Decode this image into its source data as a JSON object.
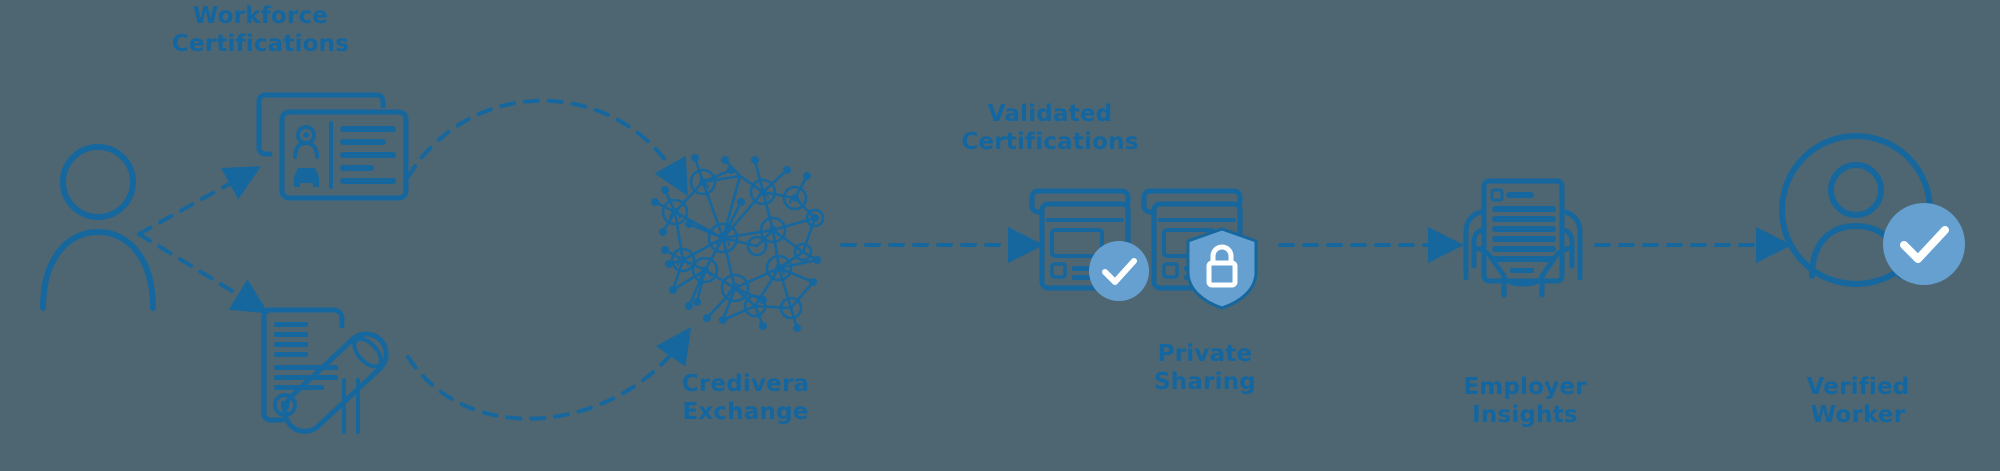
{
  "diagram": {
    "title": "Credivera Exchange workforce credential flow",
    "background_color": "#4d6671",
    "line_color": "#17679f",
    "accent_color": "#66a0d0",
    "label_color": "#1466a0"
  },
  "labels": {
    "workforce_certifications": "Workforce\nCertifications",
    "credivera_exchange": "Credivera\nExchange",
    "validated_certifications": "Validated\nCertifications",
    "private_sharing": "Private\nSharing",
    "employer_insights": "Employer\nInsights",
    "verified_worker": "Verified\nWorker"
  },
  "icons": {
    "worker": "person-outline-icon",
    "id_cards": "id-card-stack-icon",
    "diploma": "diploma-scroll-icon",
    "network": "network-graph-icon",
    "certificate_check": "certificate-card-check-icon",
    "certificate_lock": "certificate-card-lock-icon",
    "employer_hands": "hands-holding-document-icon",
    "verified_avatar": "verified-worker-avatar-icon",
    "check_badge": "check-circle-badge-icon",
    "lock_badge": "shield-lock-badge-icon"
  },
  "connectors": [
    {
      "name": "worker-to-id-cards",
      "style": "dashed",
      "arrow": true
    },
    {
      "name": "worker-to-diploma",
      "style": "dashed",
      "arrow": true
    },
    {
      "name": "id-cards-to-exchange",
      "style": "dashed-curve",
      "arrow": true
    },
    {
      "name": "diploma-to-exchange",
      "style": "dashed-curve",
      "arrow": true
    },
    {
      "name": "exchange-to-certifications",
      "style": "dashed",
      "arrow": true
    },
    {
      "name": "certifications-to-employer",
      "style": "dashed",
      "arrow": true
    },
    {
      "name": "employer-to-verified-worker",
      "style": "dashed",
      "arrow": true
    }
  ]
}
